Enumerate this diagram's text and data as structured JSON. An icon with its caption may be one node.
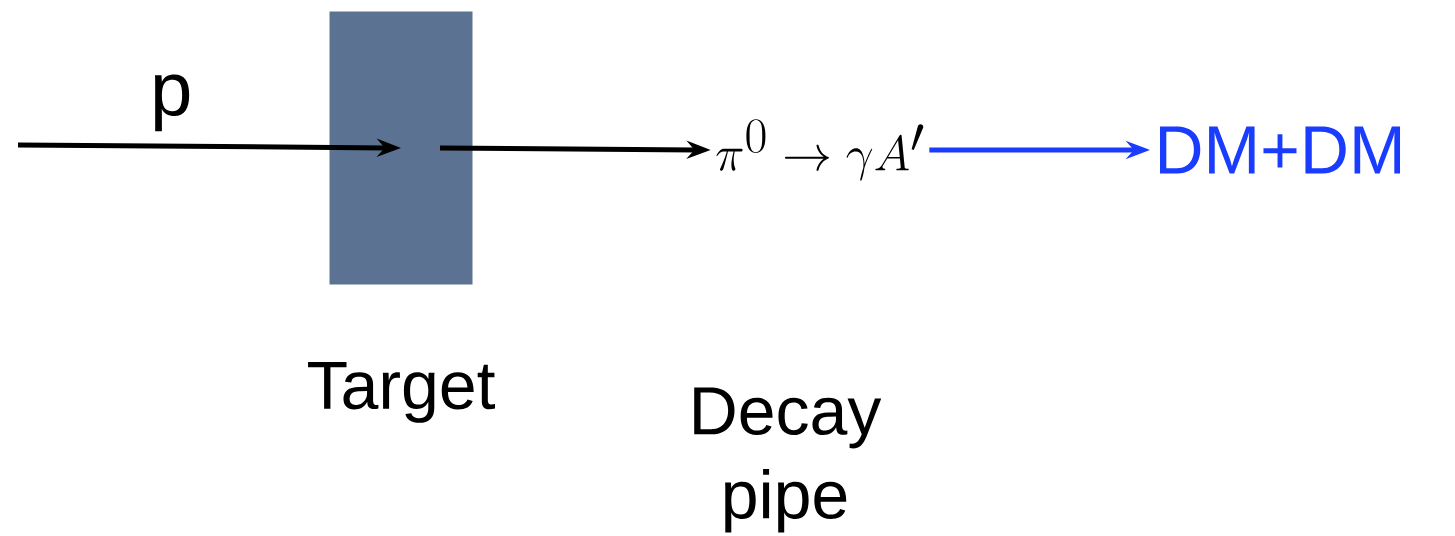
{
  "diagram": {
    "nodes": [
      {
        "text": [],
        "shape": "box",
        "beside": [
          "Target"
        ]
      },
      {
        "text": [
          "\\pi^0 \\rightarrow \\gamma A'"
        ]
      },
      {
        "text": [
          "DM+DM"
        ]
      }
    ],
    "edges": [
      {
        "from": null,
        "to": 0,
        "arrow": "to",
        "label": "p"
      },
      {
        "from": 0,
        "to": 1,
        "arrow": "to"
      },
      {
        "from": 1,
        "to": 2,
        "arrow": "to",
        "color": "#1a3cff"
      }
    ],
    "labels": [
      "Decay pipe"
    ]
  }
}
